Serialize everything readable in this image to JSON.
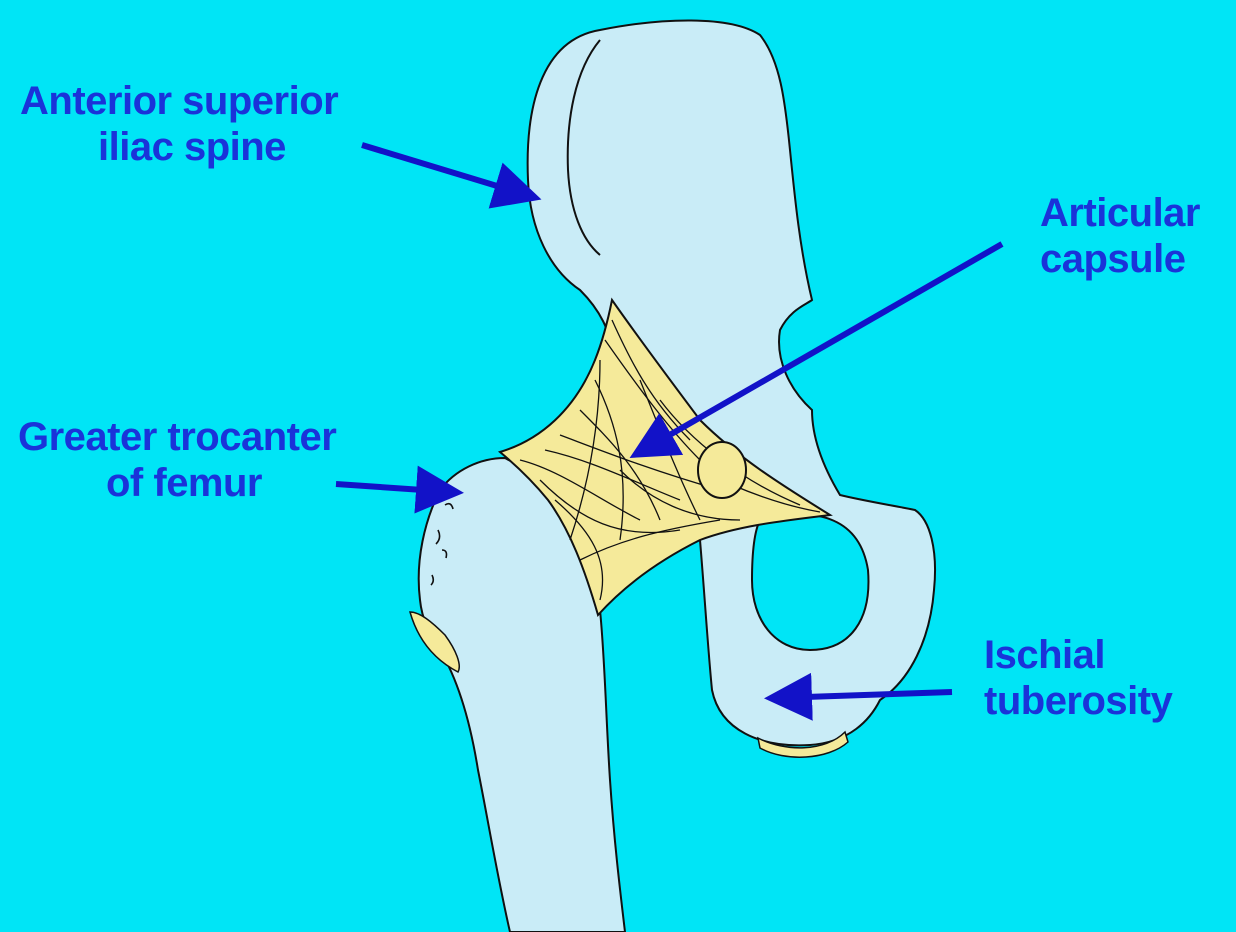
{
  "labels": {
    "asis": {
      "line1": "Anterior superior",
      "line2": "iliac spine"
    },
    "capsule": {
      "line1": "Articular",
      "line2": "capsule"
    },
    "trochanter": {
      "line1": "Greater trocanter",
      "line2": "of femur"
    },
    "ischial": {
      "line1": "Ischial",
      "line2": "tuberosity"
    }
  },
  "colors": {
    "background": "#00e5f6",
    "bone": "#c9ecf7",
    "cartilage": "#f5ea9a",
    "label_text": "#1a33d9",
    "arrow": "#1212c8"
  }
}
